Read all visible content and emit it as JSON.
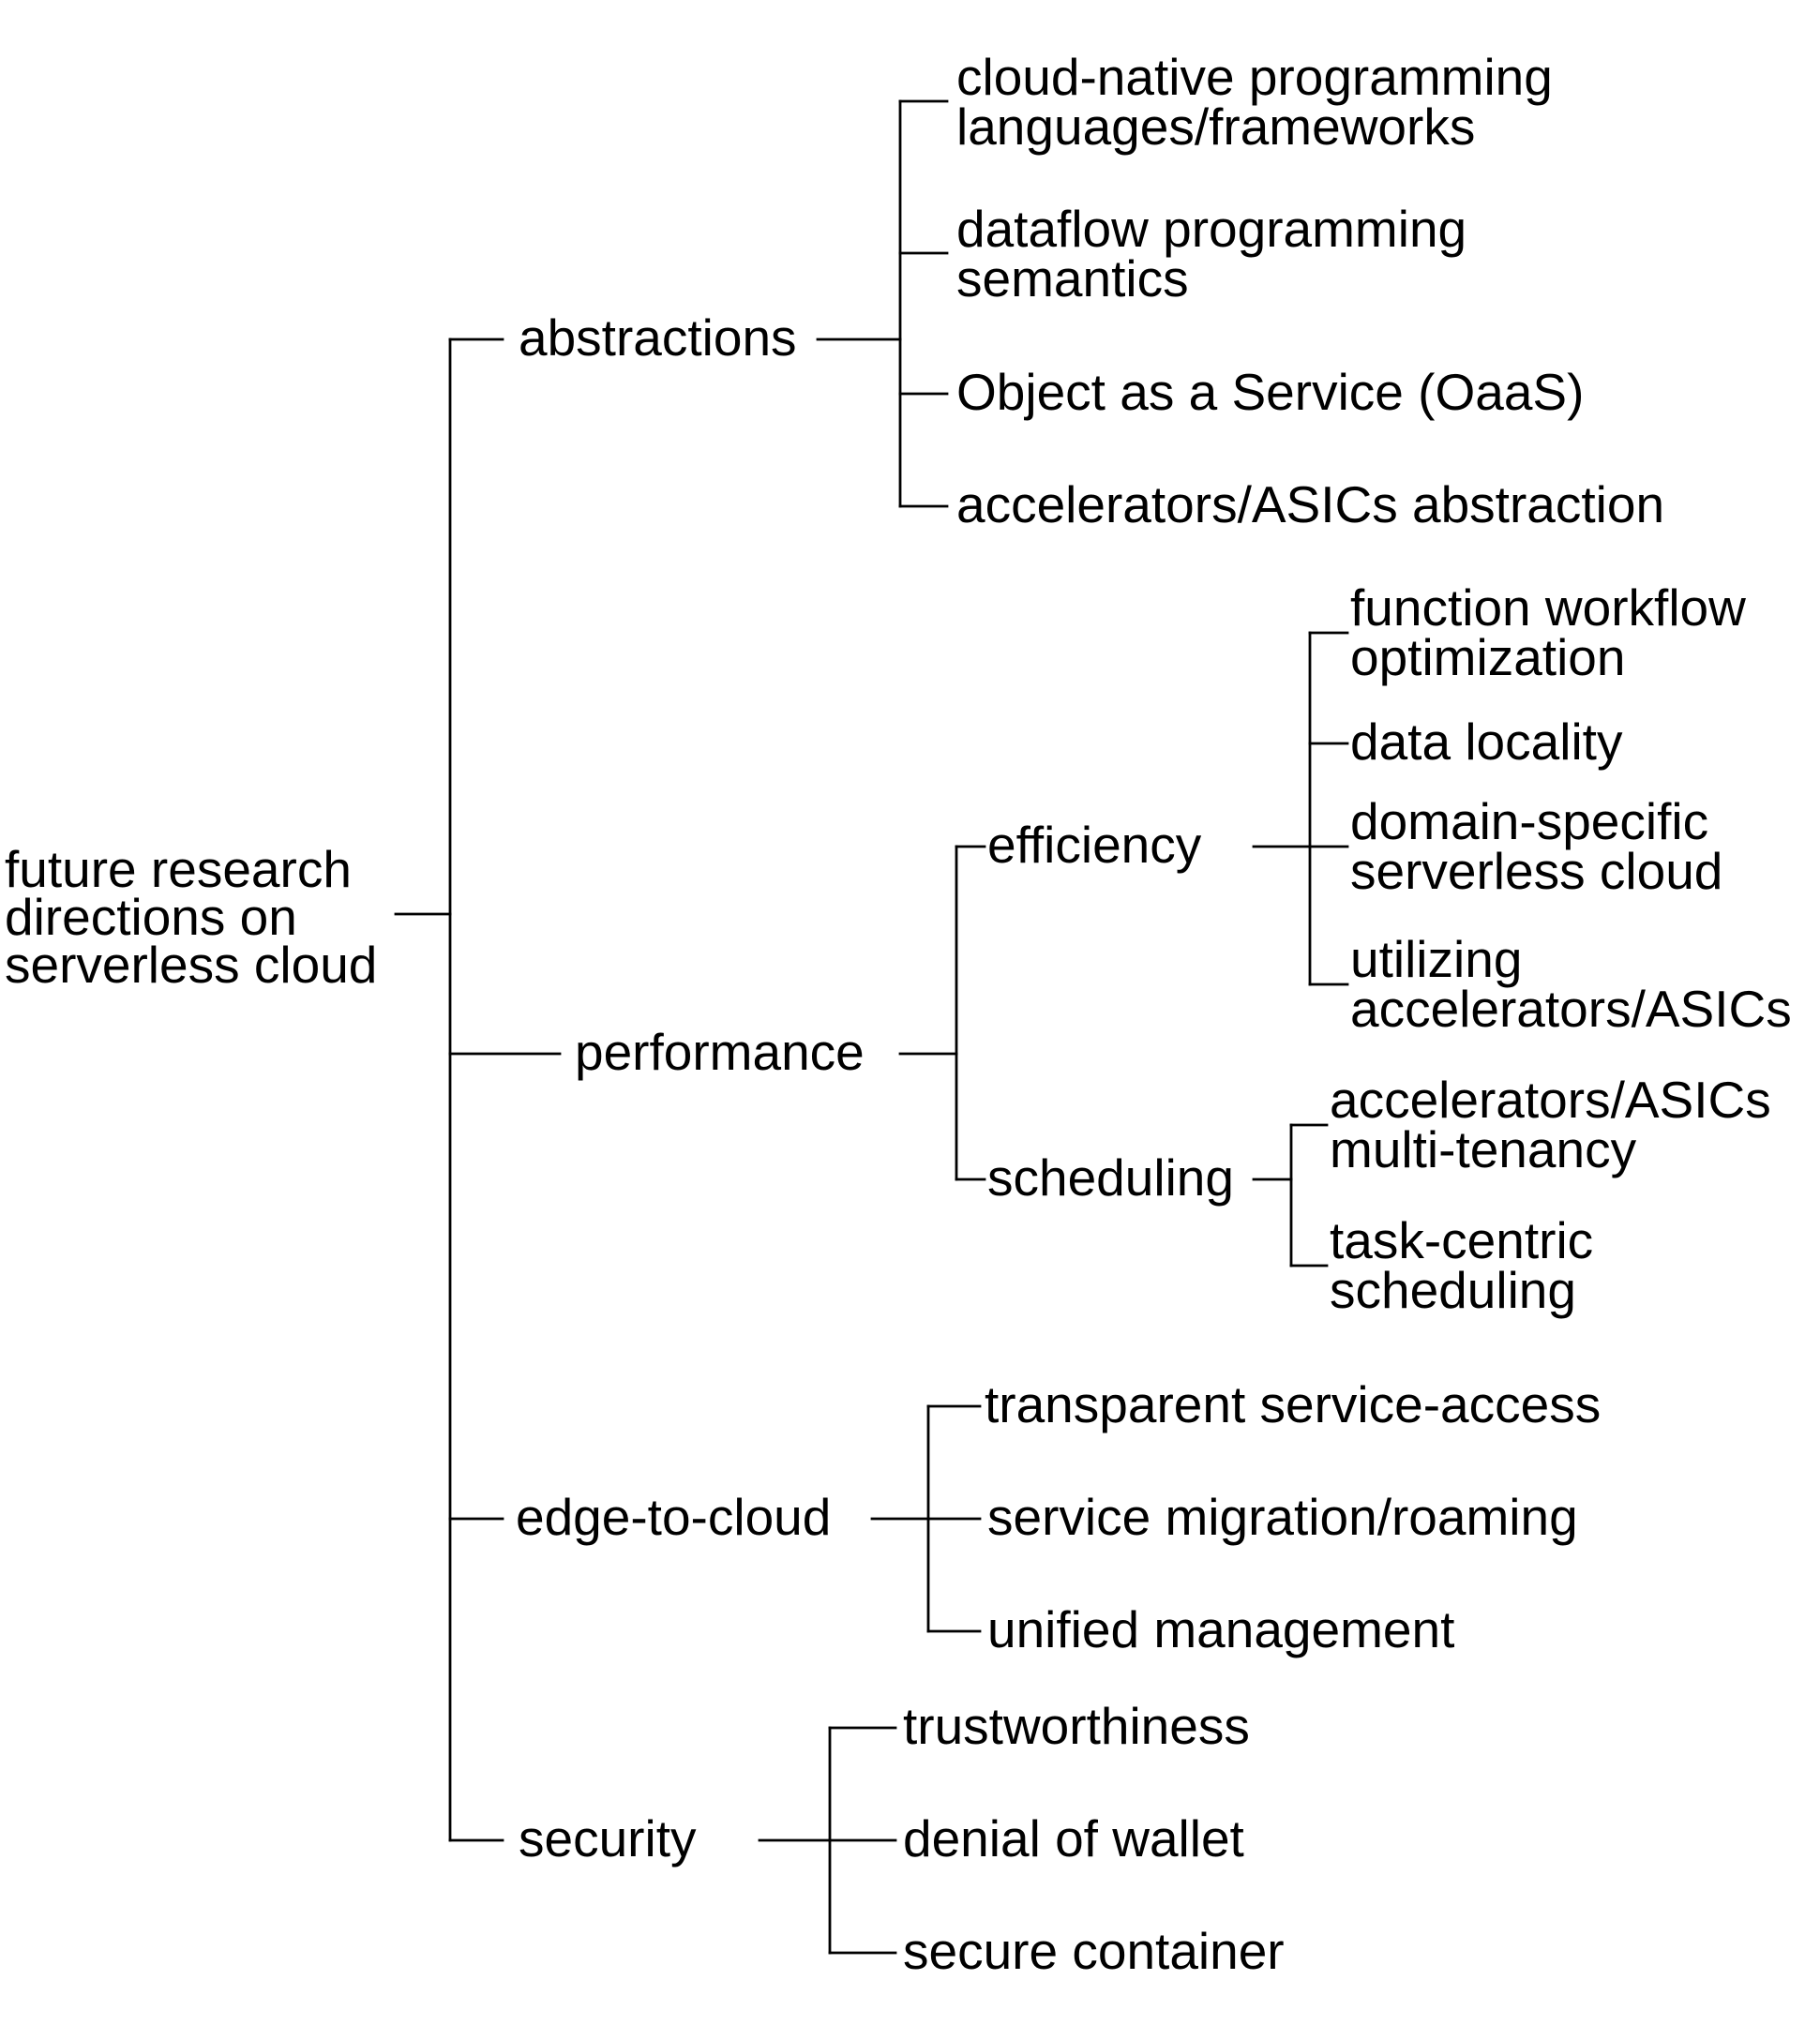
{
  "tree": {
    "root": {
      "label": [
        "future research",
        "directions on",
        "serverless cloud"
      ]
    },
    "branches": [
      {
        "label": "abstractions",
        "children": [
          [
            "cloud-native programming",
            "languages/frameworks"
          ],
          [
            "dataflow programming",
            "semantics"
          ],
          [
            "Object as a Service (OaaS)"
          ],
          [
            "accelerators/ASICs abstraction"
          ]
        ]
      },
      {
        "label": "performance",
        "subgroups": [
          {
            "label": "efficiency",
            "children": [
              [
                "function workflow",
                "optimization"
              ],
              [
                "data locality"
              ],
              [
                "domain-specific",
                "serverless cloud"
              ],
              [
                "utilizing",
                "accelerators/ASICs"
              ]
            ]
          },
          {
            "label": "scheduling",
            "children": [
              [
                "accelerators/ASICs",
                "multi-tenancy"
              ],
              [
                "task-centric",
                "scheduling"
              ]
            ]
          }
        ]
      },
      {
        "label": "edge-to-cloud",
        "children": [
          [
            "transparent service-access"
          ],
          [
            "service migration/roaming"
          ],
          [
            "unified management"
          ]
        ]
      },
      {
        "label": "security",
        "children": [
          [
            "trustworthiness"
          ],
          [
            "denial of wallet"
          ],
          [
            "secure container"
          ]
        ]
      }
    ]
  }
}
